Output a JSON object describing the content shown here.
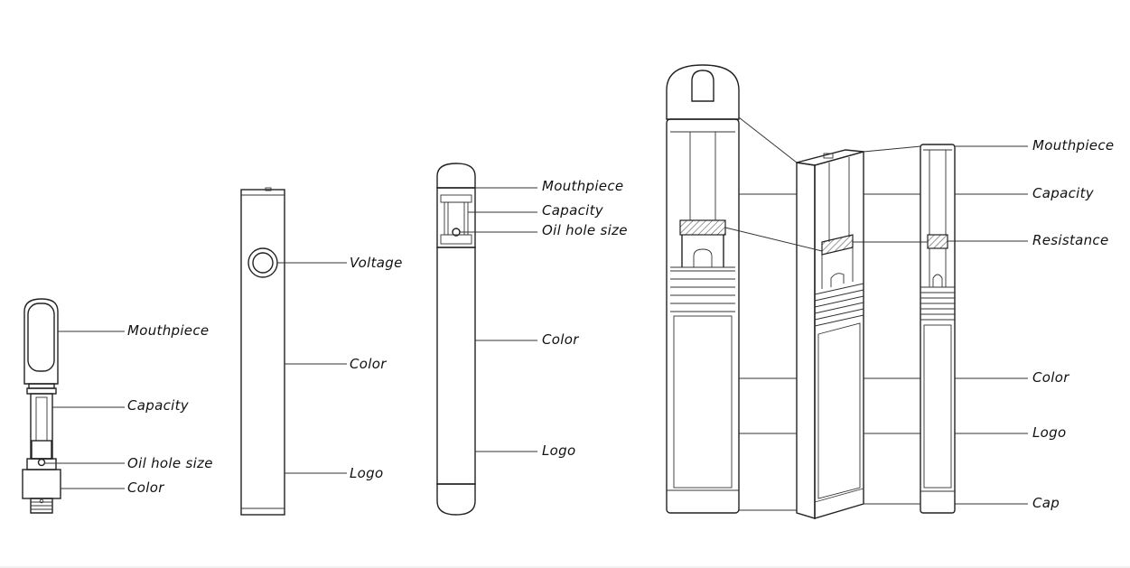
{
  "devices": [
    {
      "id": "cartridge",
      "labels": [
        "Mouthpiece",
        "Capacity",
        "Oil hole size",
        "Color"
      ]
    },
    {
      "id": "battery",
      "labels": [
        "Voltage",
        "Color",
        "Logo"
      ]
    },
    {
      "id": "disposable-pen",
      "labels": [
        "Mouthpiece",
        "Capacity",
        "Oil hole size",
        "Color",
        "Logo"
      ]
    },
    {
      "id": "disposable-pod",
      "labels": [
        "Mouthpiece",
        "Capacity",
        "Resistance",
        "Color",
        "Logo",
        "Cap"
      ]
    }
  ],
  "colors": {
    "stroke": "#222222",
    "text": "#111111",
    "hatch": "#555555"
  }
}
